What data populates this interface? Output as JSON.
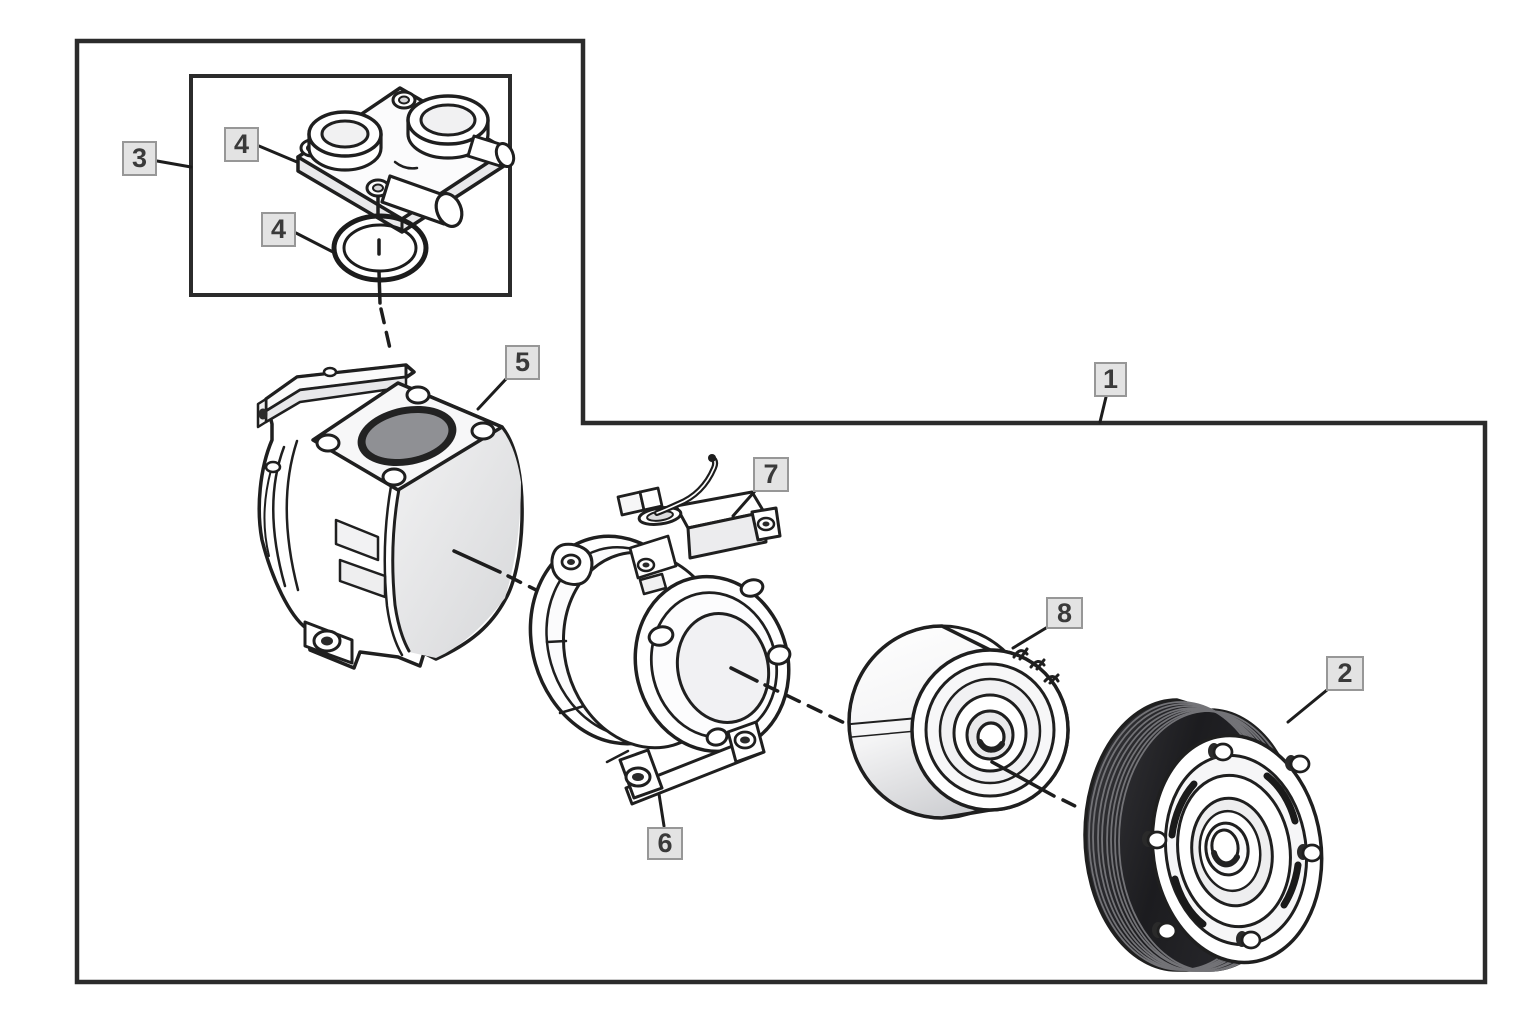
{
  "diagram": {
    "kind": "exploded-parts-line-drawing",
    "background": "#ffffff",
    "outline_color": "#2b2b2b",
    "part_line_color": "#1f1f1f",
    "callout_style": {
      "background": "#e3e3e3",
      "border": "#979797",
      "text": "#3a3a3a"
    },
    "callouts": [
      {
        "id": "3",
        "label": "3"
      },
      {
        "id": "4a",
        "label": "4"
      },
      {
        "id": "4b",
        "label": "4"
      },
      {
        "id": "5",
        "label": "5"
      },
      {
        "id": "1",
        "label": "1"
      },
      {
        "id": "7",
        "label": "7"
      },
      {
        "id": "6",
        "label": "6"
      },
      {
        "id": "8",
        "label": "8"
      },
      {
        "id": "2",
        "label": "2"
      }
    ]
  }
}
